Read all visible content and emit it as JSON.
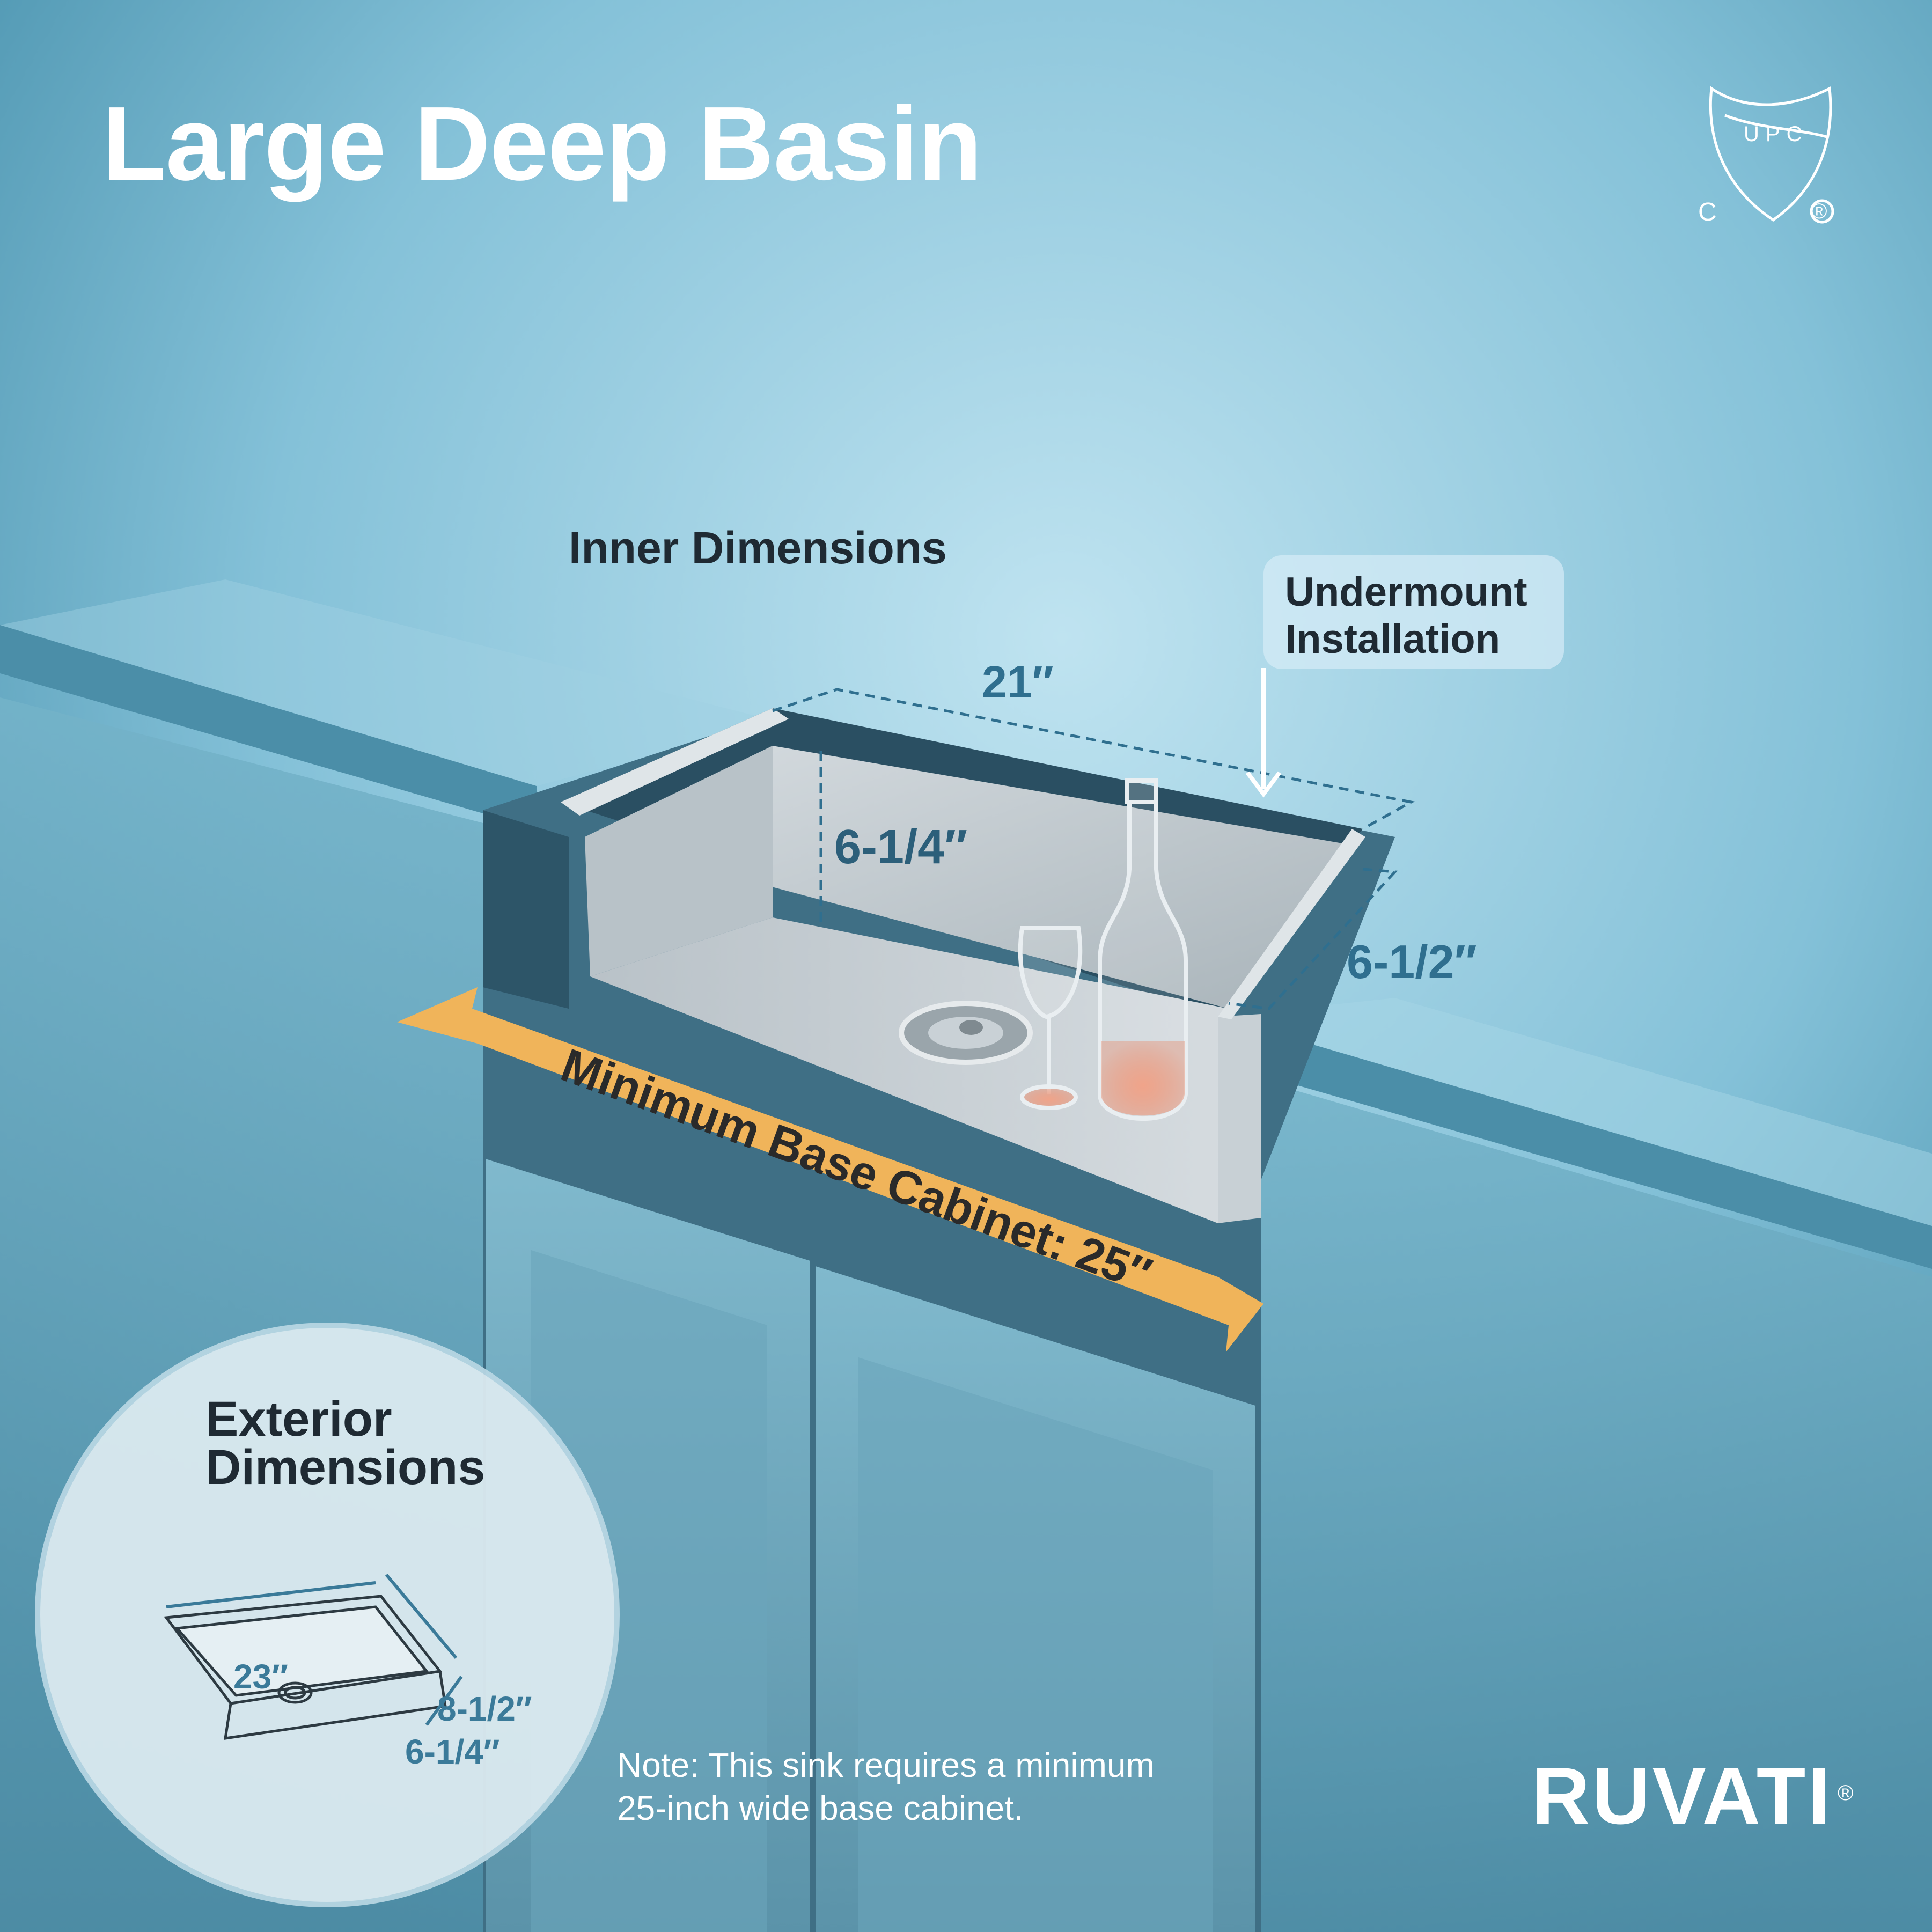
{
  "title": "Large Deep Basin",
  "certification": {
    "mark_letters": "UPC",
    "c_letter": "C",
    "registered": "®",
    "icon": "cupc-shield-icon"
  },
  "inner_dimensions": {
    "label": "Inner Dimensions",
    "width": "21″",
    "depth": "6-1/4″",
    "front_width": "6-1/2″"
  },
  "installation_callout": {
    "line1": "Undermount",
    "line2": "Installation",
    "icon": "arrow-down-icon"
  },
  "cabinet_banner": {
    "text": "Minimum Base Cabinet: 25″",
    "icon": "double-arrow-icon"
  },
  "exterior_dimensions": {
    "title_line1": "Exterior",
    "title_line2": "Dimensions",
    "width": "23″",
    "depth": "8-1/2″",
    "height": "6-1/4″"
  },
  "note": {
    "line1": "Note: This sink requires a minimum",
    "line2": "25-inch wide base cabinet."
  },
  "brand": {
    "logo": "RUVATI",
    "registered": "®"
  },
  "colors": {
    "background": "#6fb0c9",
    "cabinet": "#3f6f85",
    "banner": "#f0b45a",
    "dimension_text": "#2f6f8f",
    "steel": "#c5cdd2"
  }
}
